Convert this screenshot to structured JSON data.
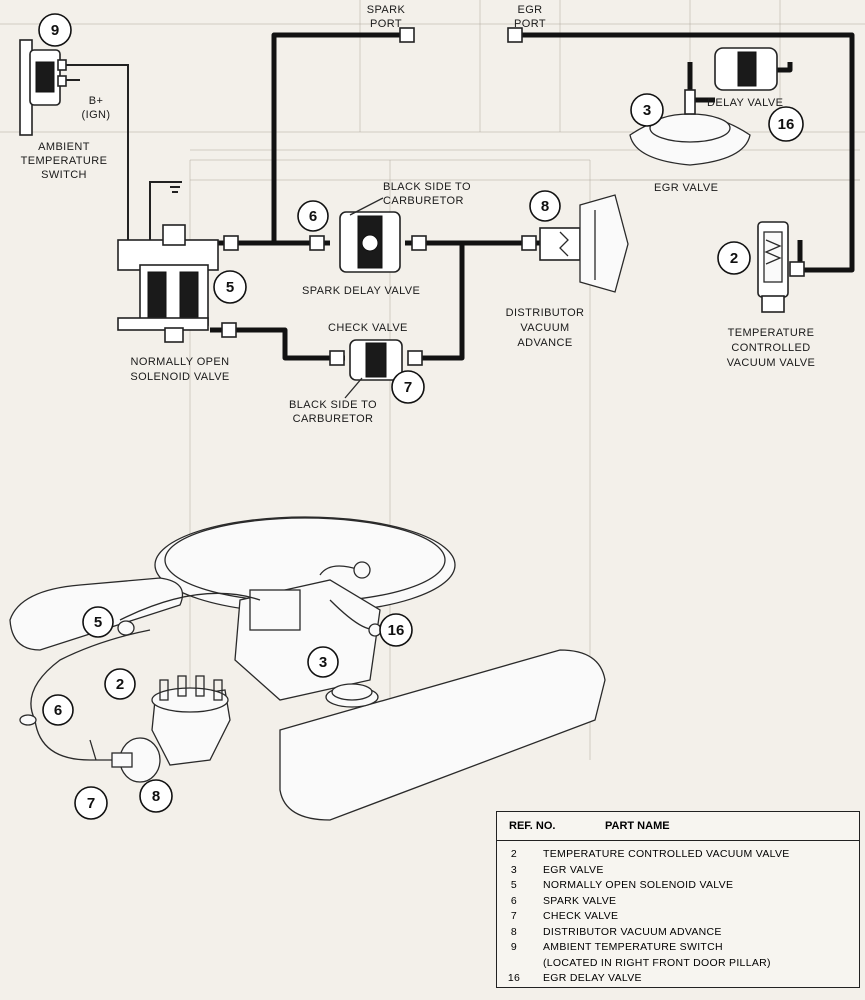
{
  "labels": {
    "spark_port": [
      "SPARK",
      "PORT"
    ],
    "egr_port": [
      "EGR",
      "PORT"
    ],
    "ambient_switch": [
      "AMBIENT",
      "TEMPERATURE",
      "SWITCH"
    ],
    "b_plus": [
      "B+",
      "(IGN)"
    ],
    "black_side_top": [
      "BLACK SIDE TO",
      "CARBURETOR"
    ],
    "black_side_bottom": [
      "BLACK SIDE TO",
      "CARBURETOR"
    ],
    "spark_delay_valve": "SPARK DELAY VALVE",
    "check_valve": "CHECK VALVE",
    "solenoid_valve": [
      "NORMALLY OPEN",
      "SOLENOID VALVE"
    ],
    "distributor_advance": [
      "DISTRIBUTOR",
      "VACUUM",
      "ADVANCE"
    ],
    "egr_valve": "EGR VALVE",
    "delay_valve": "DELAY VALVE",
    "temp_vacuum_valve": [
      "TEMPERATURE",
      "CONTROLLED",
      "VACUUM VALVE"
    ]
  },
  "callouts": {
    "n9": "9",
    "n6": "6",
    "n8": "8",
    "n5": "5",
    "n3": "3",
    "n16": "16",
    "n2": "2",
    "n7": "7",
    "e5": "5",
    "e16": "16",
    "e2": "2",
    "e3": "3",
    "e6": "6",
    "e7": "7",
    "e8": "8"
  },
  "table": {
    "ref_header": "REF. NO.",
    "name_header": "PART NAME",
    "rows": [
      {
        "ref": "2",
        "name": "TEMPERATURE CONTROLLED VACUUM VALVE"
      },
      {
        "ref": "3",
        "name": "EGR VALVE"
      },
      {
        "ref": "5",
        "name": "NORMALLY OPEN SOLENOID VALVE"
      },
      {
        "ref": "6",
        "name": "SPARK VALVE"
      },
      {
        "ref": "7",
        "name": "CHECK VALVE"
      },
      {
        "ref": "8",
        "name": "DISTRIBUTOR VACUUM ADVANCE"
      },
      {
        "ref": "9",
        "name": "AMBIENT TEMPERATURE SWITCH"
      },
      {
        "ref": "",
        "name": "(LOCATED IN RIGHT FRONT DOOR PILLAR)"
      },
      {
        "ref": "16",
        "name": "EGR DELAY VALVE"
      }
    ]
  },
  "colors": {
    "paper": "#f3f0ea",
    "ink": "#121212",
    "ghost": "#9a958c"
  }
}
